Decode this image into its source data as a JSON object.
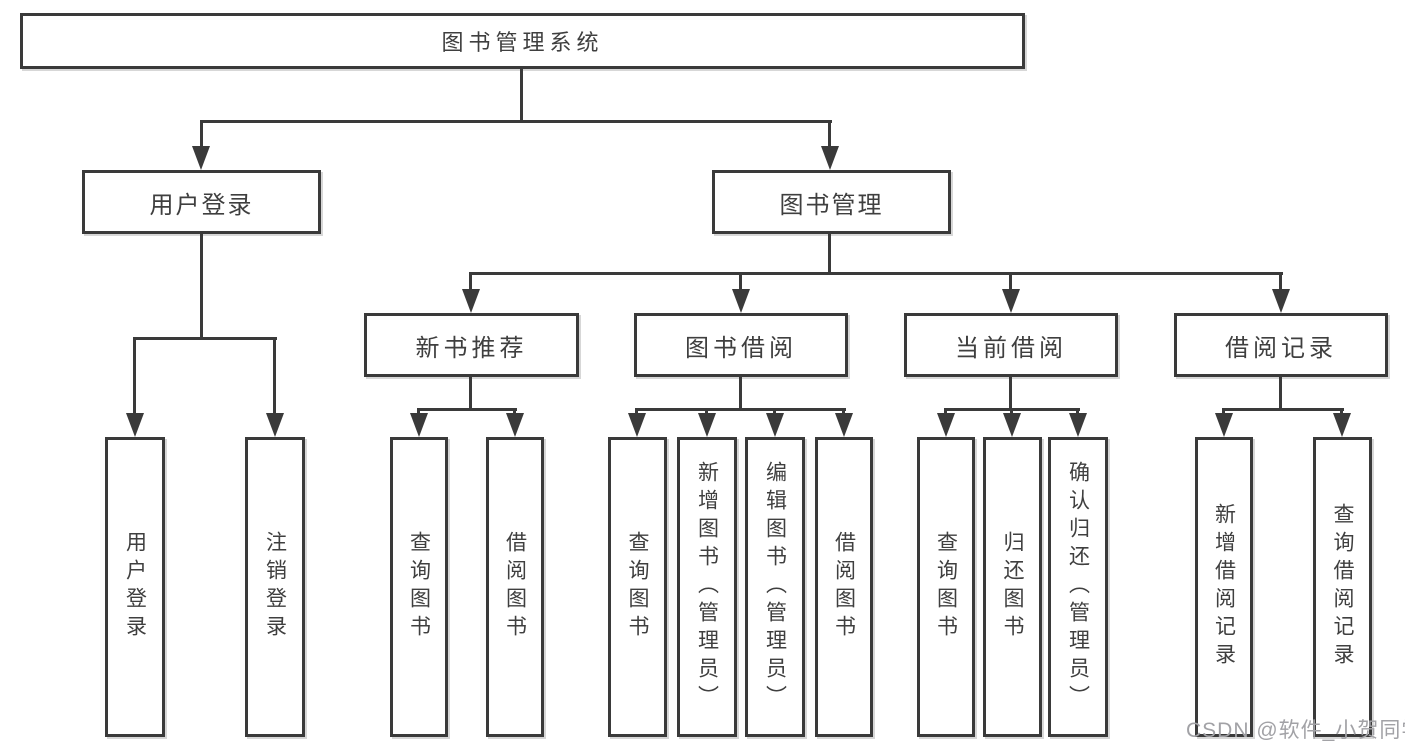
{
  "tree": {
    "root": {
      "label": "图书管理系统"
    },
    "branches": [
      {
        "label": "用户登录",
        "children": [
          {
            "label": "用户登录"
          },
          {
            "label": "注销登录"
          }
        ]
      },
      {
        "label": "图书管理",
        "children": [
          {
            "label": "新书推荐",
            "children": [
              {
                "label": "查询图书"
              },
              {
                "label": "借阅图书"
              }
            ]
          },
          {
            "label": "图书借阅",
            "children": [
              {
                "label": "查询图书"
              },
              {
                "label": "新增图书（管理员）"
              },
              {
                "label": "编辑图书（管理员）"
              },
              {
                "label": "借阅图书"
              }
            ]
          },
          {
            "label": "当前借阅",
            "children": [
              {
                "label": "查询图书"
              },
              {
                "label": "归还图书"
              },
              {
                "label": "确认归还（管理员）"
              }
            ]
          },
          {
            "label": "借阅记录",
            "children": [
              {
                "label": "新增借阅记录"
              },
              {
                "label": "查询借阅记录"
              }
            ]
          }
        ]
      }
    ]
  },
  "watermark": "CSDN @软件_小贺同学",
  "colors": {
    "line": "#3a3a3a",
    "text": "#3f3f3f",
    "watermark": "#a2a2a6",
    "background": "#ffffff"
  }
}
